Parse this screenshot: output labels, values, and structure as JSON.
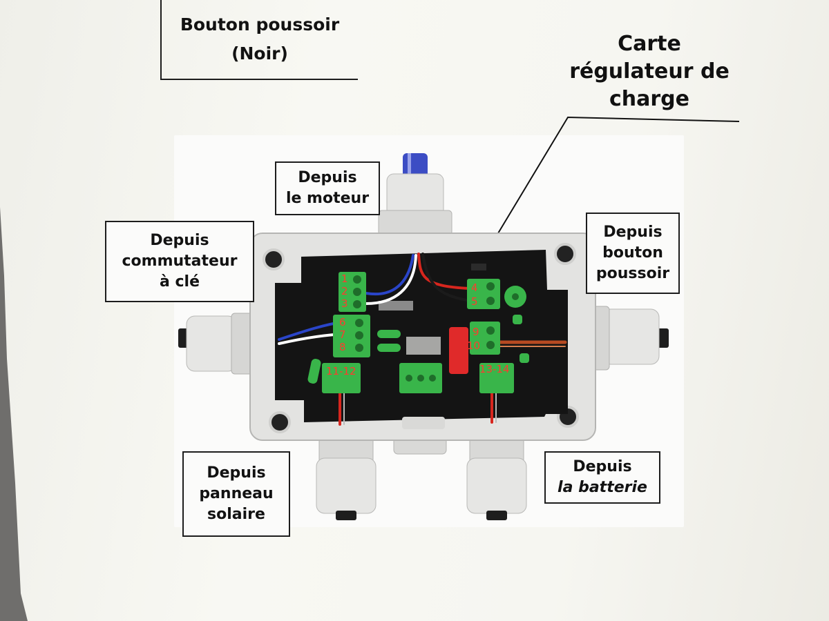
{
  "labels": {
    "bouton_noir": "Bouton poussoir\n(Noir)",
    "carte": "Carte\nrégulateur de\ncharge",
    "moteur": "Depuis\nle moteur",
    "commutateur": "Depuis\ncommutateur\nà clé",
    "bouton_poussoir": "Depuis\nbouton\npoussoir",
    "panneau": "Depuis\npanneau\nsolaire",
    "batterie_line1": "Depuis",
    "batterie_line2": "la batterie"
  },
  "terminals": {
    "t1": "1",
    "t2": "2",
    "t3": "3",
    "t4": "4",
    "t5": "5",
    "t6": "6",
    "t7": "7",
    "t8": "8",
    "t9": "9",
    "t10": "10",
    "t11": "11-12",
    "t13": "13-14"
  },
  "colors": {
    "terminal_green": "#39b54a",
    "number_red": "#ff3b2f",
    "box_grey": "#e3e3e1",
    "wire_red": "#d7261e",
    "wire_blue": "#2a45c9"
  }
}
